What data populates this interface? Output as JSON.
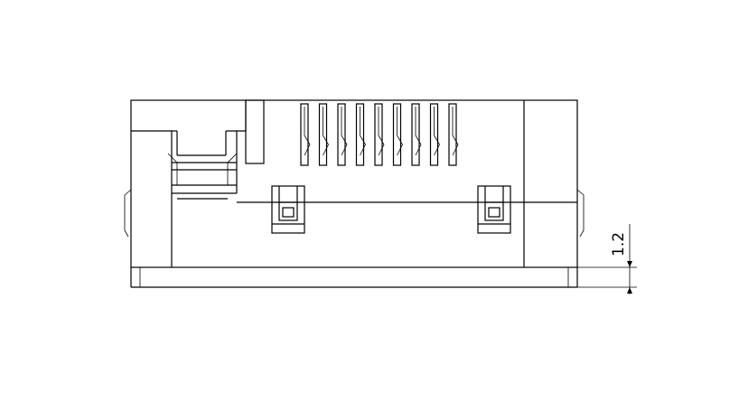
{
  "drawing": {
    "colors": {
      "line": "#000000",
      "background": "#ffffff"
    },
    "dimension": {
      "value": "1.2",
      "orientation": "vertical"
    },
    "pin_slot_count": 9,
    "latch_count": 2
  }
}
